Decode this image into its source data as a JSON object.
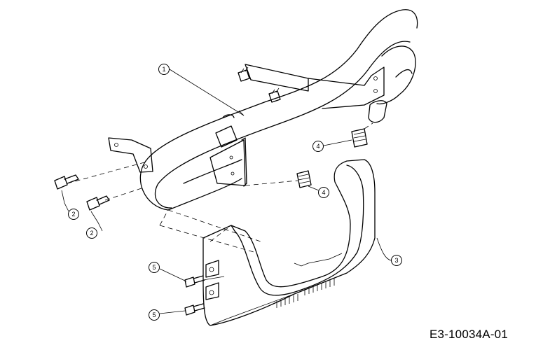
{
  "diagram": {
    "part_number": "E3-10034A-01",
    "callouts": [
      {
        "id": "c1a",
        "label": "1"
      },
      {
        "id": "c2a",
        "label": "2"
      },
      {
        "id": "c2b",
        "label": "2"
      },
      {
        "id": "c3a",
        "label": "3"
      },
      {
        "id": "c4a",
        "label": "4"
      },
      {
        "id": "c4b",
        "label": "4"
      },
      {
        "id": "c5a",
        "label": "5"
      },
      {
        "id": "c5b",
        "label": "5"
      }
    ]
  }
}
